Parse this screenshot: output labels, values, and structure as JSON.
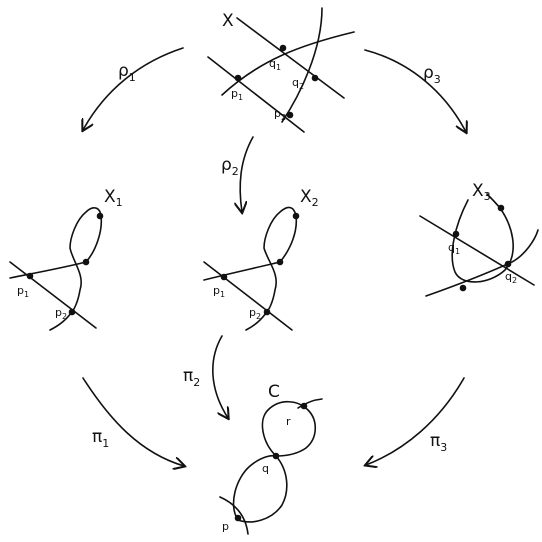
{
  "diagram": {
    "top_space": {
      "name": "X",
      "points": [
        "q",
        "q",
        "p",
        "p"
      ],
      "point_subscripts": [
        "1",
        "2",
        "1",
        "2"
      ]
    },
    "spaces": [
      {
        "name": "X",
        "subscript": "1",
        "points": [
          "p",
          "p"
        ],
        "point_subscripts": [
          "1",
          "2"
        ]
      },
      {
        "name": "X",
        "subscript": "2",
        "points": [
          "p",
          "p"
        ],
        "point_subscripts": [
          "1",
          "2"
        ]
      },
      {
        "name": "X",
        "subscript": "3",
        "points": [
          "q",
          "q"
        ],
        "point_subscripts": [
          "1",
          "2"
        ]
      }
    ],
    "target": {
      "name": "C",
      "points": [
        "r",
        "q",
        "p"
      ]
    },
    "maps_down_from_X": [
      {
        "symbol": "ρ",
        "subscript": "1"
      },
      {
        "symbol": "ρ",
        "subscript": "2"
      },
      {
        "symbol": "ρ",
        "subscript": "3"
      }
    ],
    "maps_to_C": [
      {
        "symbol": "π",
        "subscript": "1"
      },
      {
        "symbol": "π",
        "subscript": "2"
      },
      {
        "symbol": "π",
        "subscript": "3"
      }
    ],
    "colors": {
      "ink": "#111111",
      "background": "#ffffff"
    }
  }
}
